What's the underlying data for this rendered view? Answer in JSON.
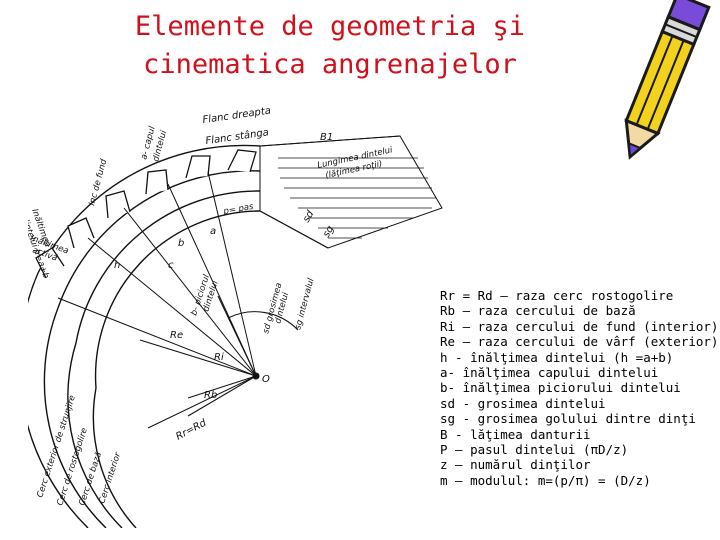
{
  "title": {
    "line1": "Elemente de geometria şi",
    "line2": "cinematica angrenajelor"
  },
  "diagram": {
    "labels": {
      "flanc_dreapta": "Flanc dreapta",
      "flanc_stanga": "Flanc stânga",
      "b1": "B1",
      "lungimea_dintelui": "Lungimea dintelui",
      "latimea_rotii": "(lăţimea roţii)",
      "a_capul": "a- capul",
      "dintelui_a": "dintelui",
      "inc_de_fund": "Inc de fund",
      "inaltimea_dintelui": "Inăltimea",
      "dintelui_h": "dintelui h=a+b",
      "inaltimea_activa": "Inăltimea",
      "activa": "activă",
      "p_pas": "p= pas",
      "sd": "sd",
      "sg": "sg",
      "sd_grosimea": "sd grosimea",
      "sd_dintelui": "dintelui",
      "sg_intervalul": "sg intervalul",
      "b_piciorul": "b- piciorul",
      "b_dintelui": "dintelui",
      "re": "Re",
      "ri": "Ri",
      "rb": "Rb",
      "rr_rd": "Rr=Rd",
      "o": "O",
      "h": "h",
      "a": "a",
      "b": "b",
      "c": "c",
      "cerc_exterior": "Cerc exterior de strunjire",
      "cerc_rostogolire": "Cerc de rostogolire",
      "cerc_baza": "Cerc de bază",
      "cerc_interior": "Cerc interior"
    }
  },
  "legend": [
    "Rr = Rd – raza cerc rostogolire",
    "Rb – raza cercului de bază",
    "Ri – raza cercului de fund (interior)",
    "Re – raza cercului de vârf (exterior)",
    "h - înălţimea dintelui (h =a+b)",
    "a- înălţimea capului dintelui",
    "b- înălţimea piciorului dintelui",
    "sd - grosimea dintelui",
    "sg - grosimea golului dintre dinţi",
    "B - lăţimea danturii",
    "P – pasul dintelui (πD/z)",
    "z – numărul dinţilor",
    "m – modulul: m=(p/π) = (D/z)"
  ],
  "colors": {
    "title": "#d0101a",
    "ink": "#111111",
    "pencil_yellow": "#f2d21c",
    "pencil_outline": "#1a1a1a",
    "pencil_lead": "#6a4bd1"
  },
  "icons": {
    "decoration": "pencil-icon"
  }
}
